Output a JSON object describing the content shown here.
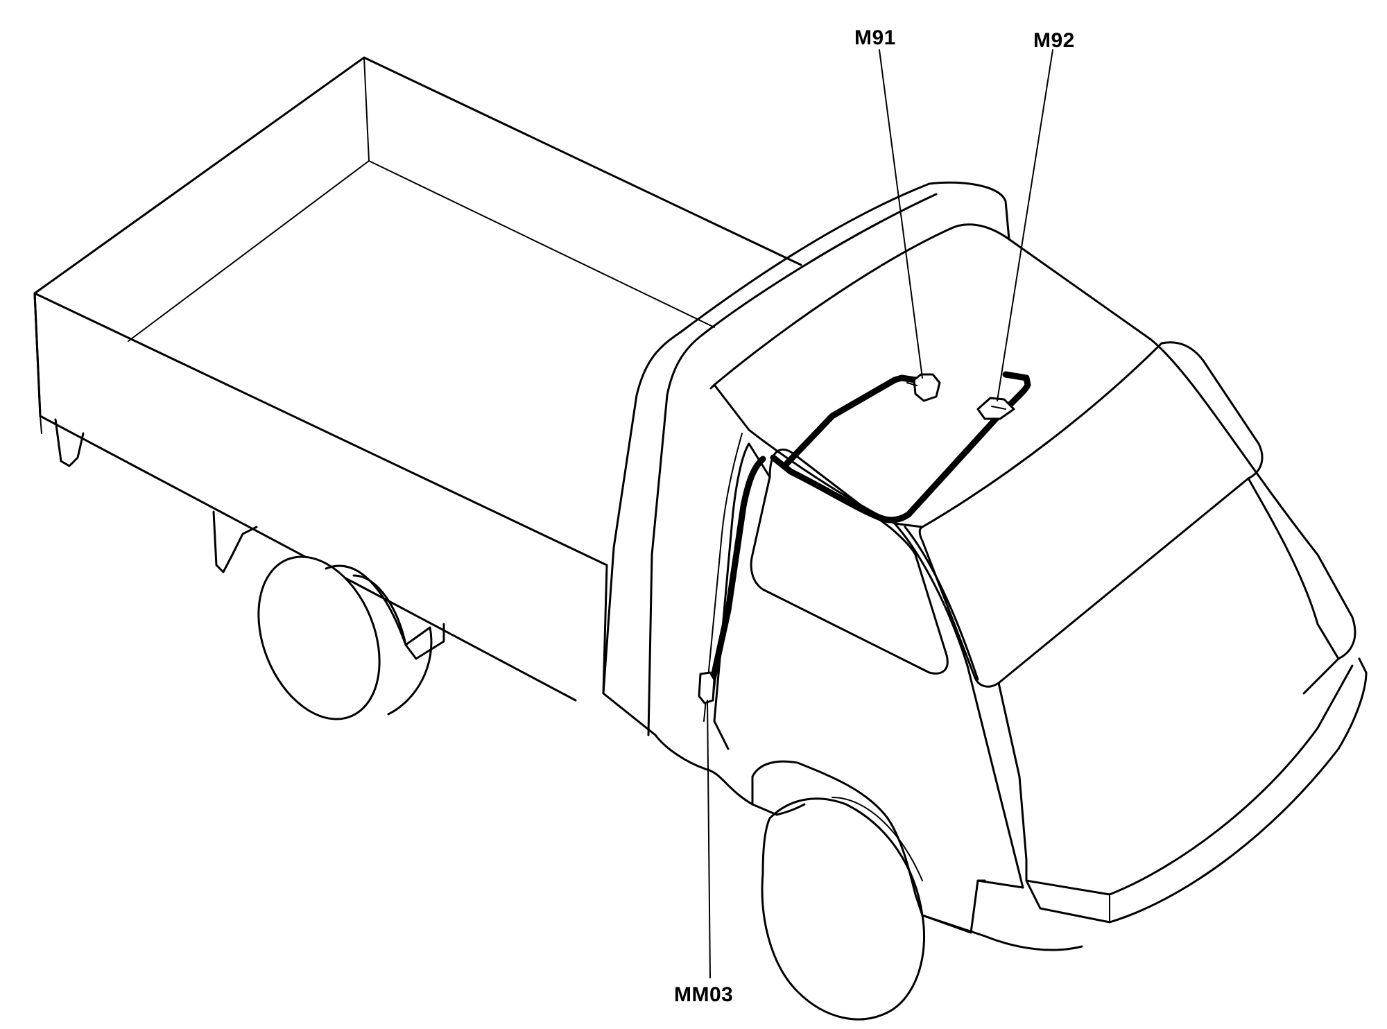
{
  "connectors": {
    "m91": "M91",
    "m92": "M92",
    "mm03": "MM03"
  }
}
